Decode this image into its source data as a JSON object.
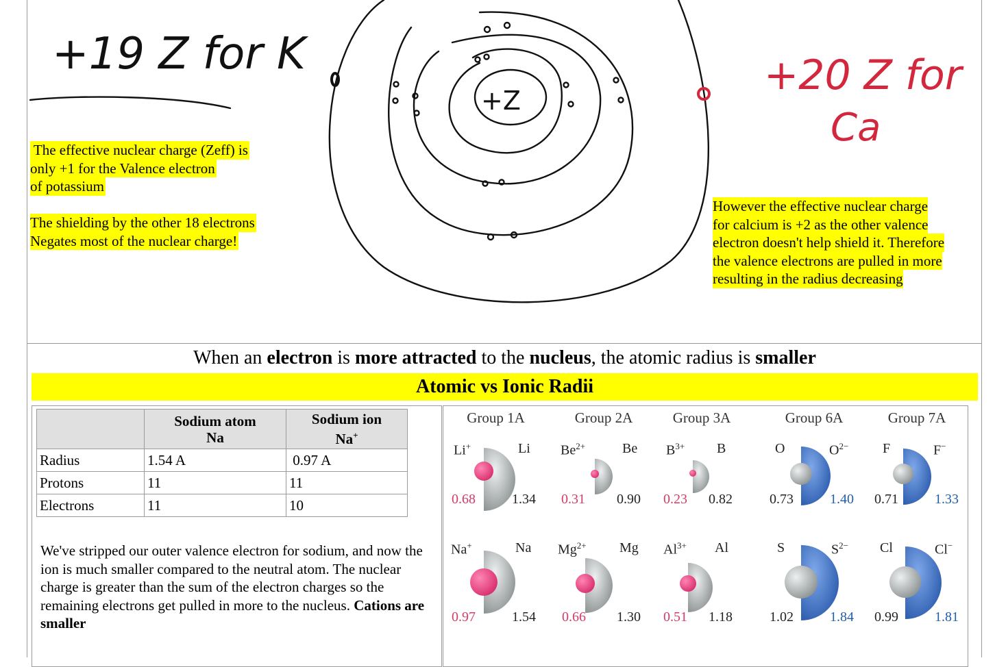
{
  "handwriting": {
    "left_note": "+19 Z for K",
    "right_note_line1": "+20 Z for",
    "right_note_line2": "Ca",
    "nucleus_label": "+Z"
  },
  "note_left": {
    "lines": [
      " The effective nuclear charge (Zeff) is",
      "only +1 for the Valence electron",
      "of potassium",
      "",
      "The shielding by the other 18 electrons",
      "Negates most of the nuclear charge!"
    ]
  },
  "note_right": {
    "lines": [
      "However the effective nuclear charge",
      "for calcium is +2 as the other valence",
      "electron doesn't help shield it. Therefore",
      "the valence electrons are pulled in more",
      "resulting in the radius decreasing"
    ]
  },
  "headline": {
    "t1": "When an ",
    "b1": "electron",
    "t2": " is ",
    "b2": "more attracted",
    "t3": " to the ",
    "b3": "nucleus",
    "t4": ", the atomic radius is ",
    "b4": "smaller"
  },
  "banner": "Atomic vs Ionic Radii",
  "table": {
    "col_atom_line1": "Sodium atom",
    "col_atom_line2": "Na",
    "col_ion_line1": "Sodium ion",
    "col_ion_base": "Na",
    "col_ion_sup": "+",
    "rows": [
      {
        "label": "Radius",
        "atom": "1.54 A",
        "ion": " 0.97 A"
      },
      {
        "label": "Protons",
        "atom": "11",
        "ion": "11"
      },
      {
        "label": "Electrons",
        "atom": "11",
        "ion": "10"
      }
    ]
  },
  "explanation": {
    "text": "We've stripped our outer valence electron for sodium, and now the ion is much smaller compared to the neutral atom. The nuclear charge is greater than the sum of the electron charges so the remaining electrons get pulled in more to the nucleus. ",
    "bold": "Cations are smaller"
  },
  "radii_figure": {
    "groups": [
      "Group 1A",
      "Group 2A",
      "Group 3A",
      "Group 6A",
      "Group 7A"
    ],
    "row1": [
      {
        "ion": "Li",
        "ion_sup": "+",
        "atom": "Li",
        "ion_r": "0.68",
        "atom_r": "1.34"
      },
      {
        "ion": "Be",
        "ion_sup": "2+",
        "atom": "Be",
        "ion_r": "0.31",
        "atom_r": "0.90"
      },
      {
        "ion": "B",
        "ion_sup": "3+",
        "atom": "B",
        "ion_r": "0.23",
        "atom_r": "0.82"
      },
      {
        "atom": "O",
        "ion": "O",
        "ion_sup": "2−",
        "atom_r": "0.73",
        "ion_r": "1.40"
      },
      {
        "atom": "F",
        "ion": "F",
        "ion_sup": "−",
        "atom_r": "0.71",
        "ion_r": "1.33"
      }
    ],
    "row2": [
      {
        "ion": "Na",
        "ion_sup": "+",
        "atom": "Na",
        "ion_r": "0.97",
        "atom_r": "1.54"
      },
      {
        "ion": "Mg",
        "ion_sup": "2+",
        "atom": "Mg",
        "ion_r": "0.66",
        "atom_r": "1.30"
      },
      {
        "ion": "Al",
        "ion_sup": "3+",
        "atom": "Al",
        "ion_r": "0.51",
        "atom_r": "1.18"
      },
      {
        "atom": "S",
        "ion": "S",
        "ion_sup": "2−",
        "atom_r": "1.02",
        "ion_r": "1.84"
      },
      {
        "atom": "Cl",
        "ion": "Cl",
        "ion_sup": "−",
        "atom_r": "0.99",
        "ion_r": "1.81"
      }
    ],
    "colors": {
      "cation": "#e9468a",
      "atom": "#b9bdbd",
      "anion": "#4a7fcf"
    }
  }
}
